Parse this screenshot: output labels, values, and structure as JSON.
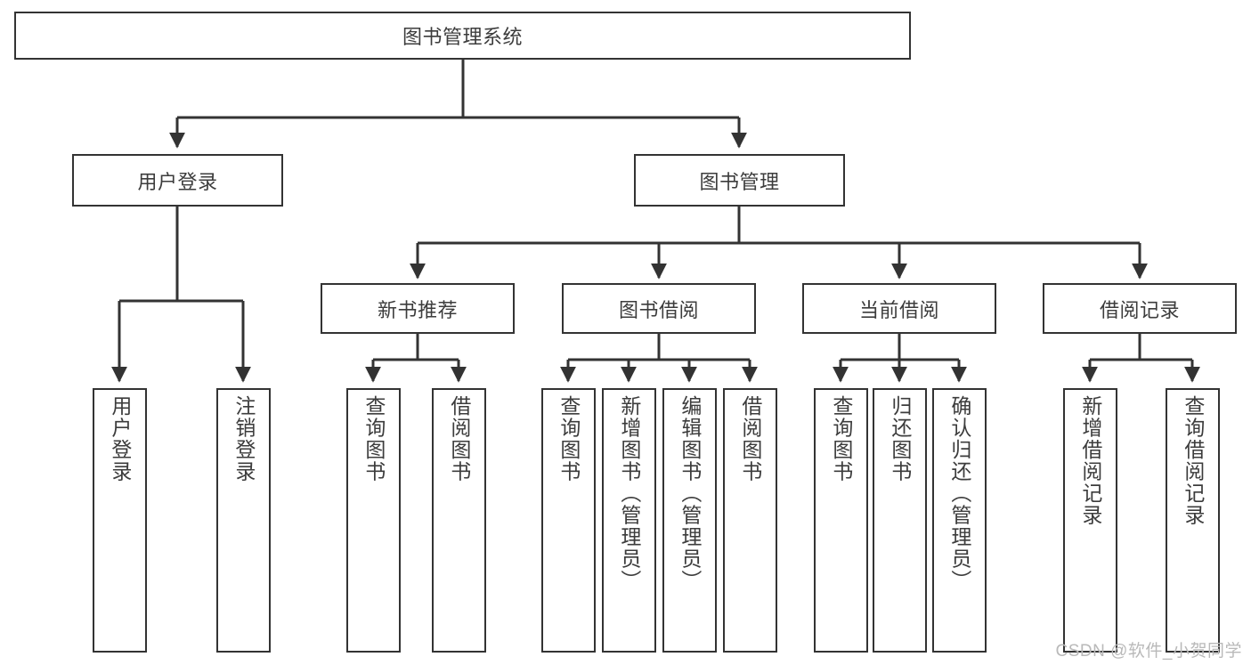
{
  "diagram": {
    "type": "hierarchy-tree",
    "title": "图书管理系统",
    "root": {
      "id": "root",
      "label": "图书管理系统"
    },
    "level1": [
      {
        "id": "user-login",
        "label": "用户登录"
      },
      {
        "id": "book-manage",
        "label": "图书管理"
      }
    ],
    "level2": [
      {
        "id": "new-book-rec",
        "label": "新书推荐",
        "parent": "book-manage"
      },
      {
        "id": "book-borrow",
        "label": "图书借阅",
        "parent": "book-manage"
      },
      {
        "id": "current-borrow",
        "label": "当前借阅",
        "parent": "book-manage"
      },
      {
        "id": "borrow-record",
        "label": "借阅记录",
        "parent": "book-manage"
      }
    ],
    "leaves": [
      {
        "id": "leaf-user-login",
        "label": "用户登录",
        "parent": "user-login"
      },
      {
        "id": "leaf-user-logout",
        "label": "注销登录",
        "parent": "user-login"
      },
      {
        "id": "leaf-query-book-rec",
        "label": "查询图书",
        "parent": "new-book-rec"
      },
      {
        "id": "leaf-borrow-book-rec",
        "label": "借阅图书",
        "parent": "new-book-rec"
      },
      {
        "id": "leaf-query-book-borrow",
        "label": "查询图书",
        "parent": "book-borrow"
      },
      {
        "id": "leaf-add-book",
        "label": "新增图书（管理员）",
        "parent": "book-borrow"
      },
      {
        "id": "leaf-edit-book",
        "label": "编辑图书（管理员）",
        "parent": "book-borrow"
      },
      {
        "id": "leaf-borrow-book",
        "label": "借阅图书",
        "parent": "book-borrow"
      },
      {
        "id": "leaf-query-book-current",
        "label": "查询图书",
        "parent": "current-borrow"
      },
      {
        "id": "leaf-return-book",
        "label": "归还图书",
        "parent": "current-borrow"
      },
      {
        "id": "leaf-confirm-return",
        "label": "确认归还（管理员）",
        "parent": "current-borrow"
      },
      {
        "id": "leaf-add-record",
        "label": "新增借阅记录",
        "parent": "borrow-record"
      },
      {
        "id": "leaf-query-record",
        "label": "查询借阅记录",
        "parent": "borrow-record"
      }
    ]
  },
  "watermark": {
    "text": "CSDN @软件_小贺同学"
  },
  "colors": {
    "stroke": "#333333",
    "text": "#3c3c3c",
    "background": "#ffffff",
    "watermark": "#b9b9b9"
  }
}
